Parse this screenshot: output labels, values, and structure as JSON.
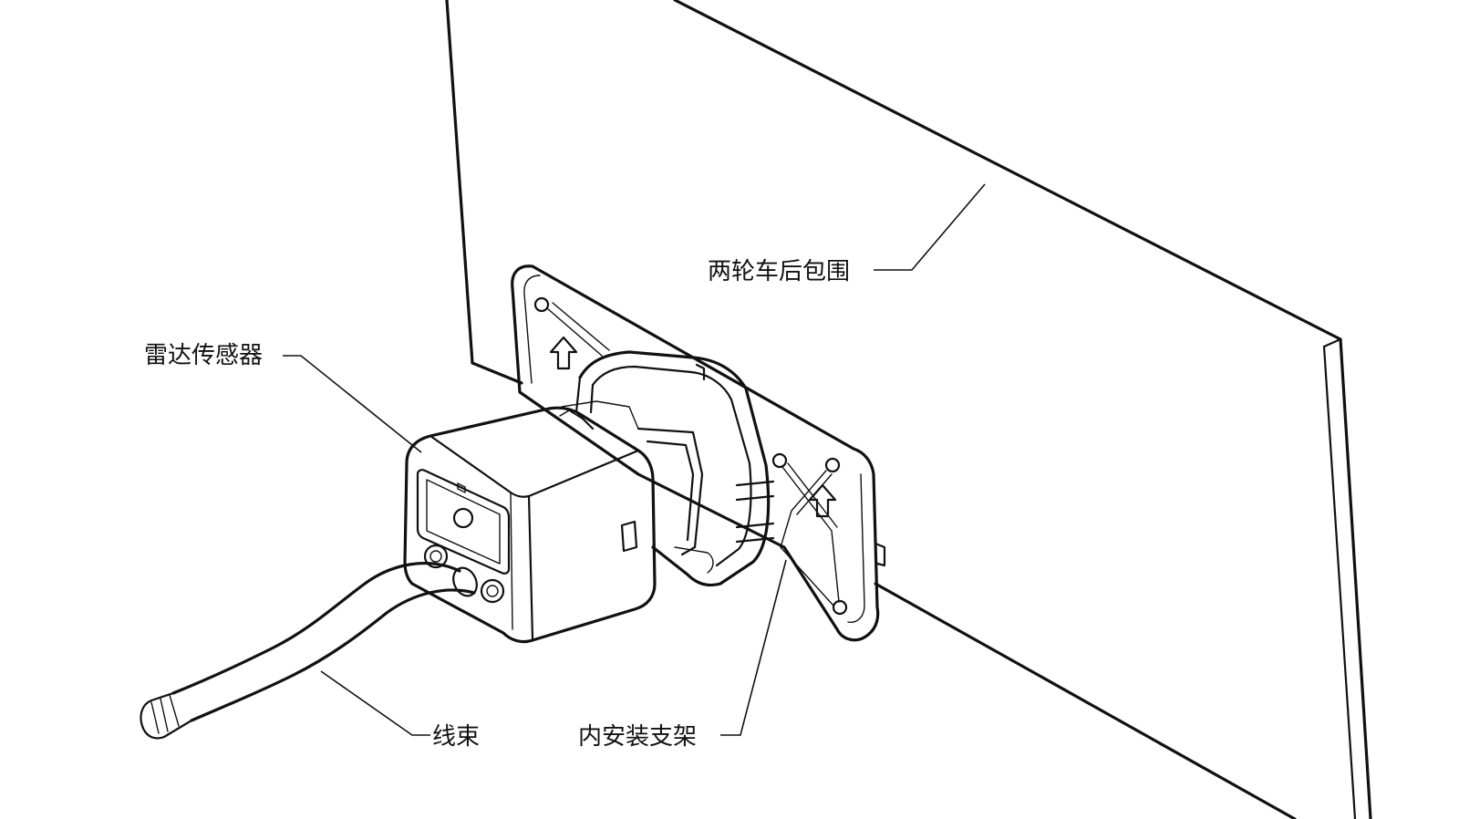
{
  "labels": {
    "rear_panel": "两轮车后包围",
    "radar_sensor": "雷达传感器",
    "wire_harness": "线束",
    "mount_bracket": "内安装支架"
  }
}
